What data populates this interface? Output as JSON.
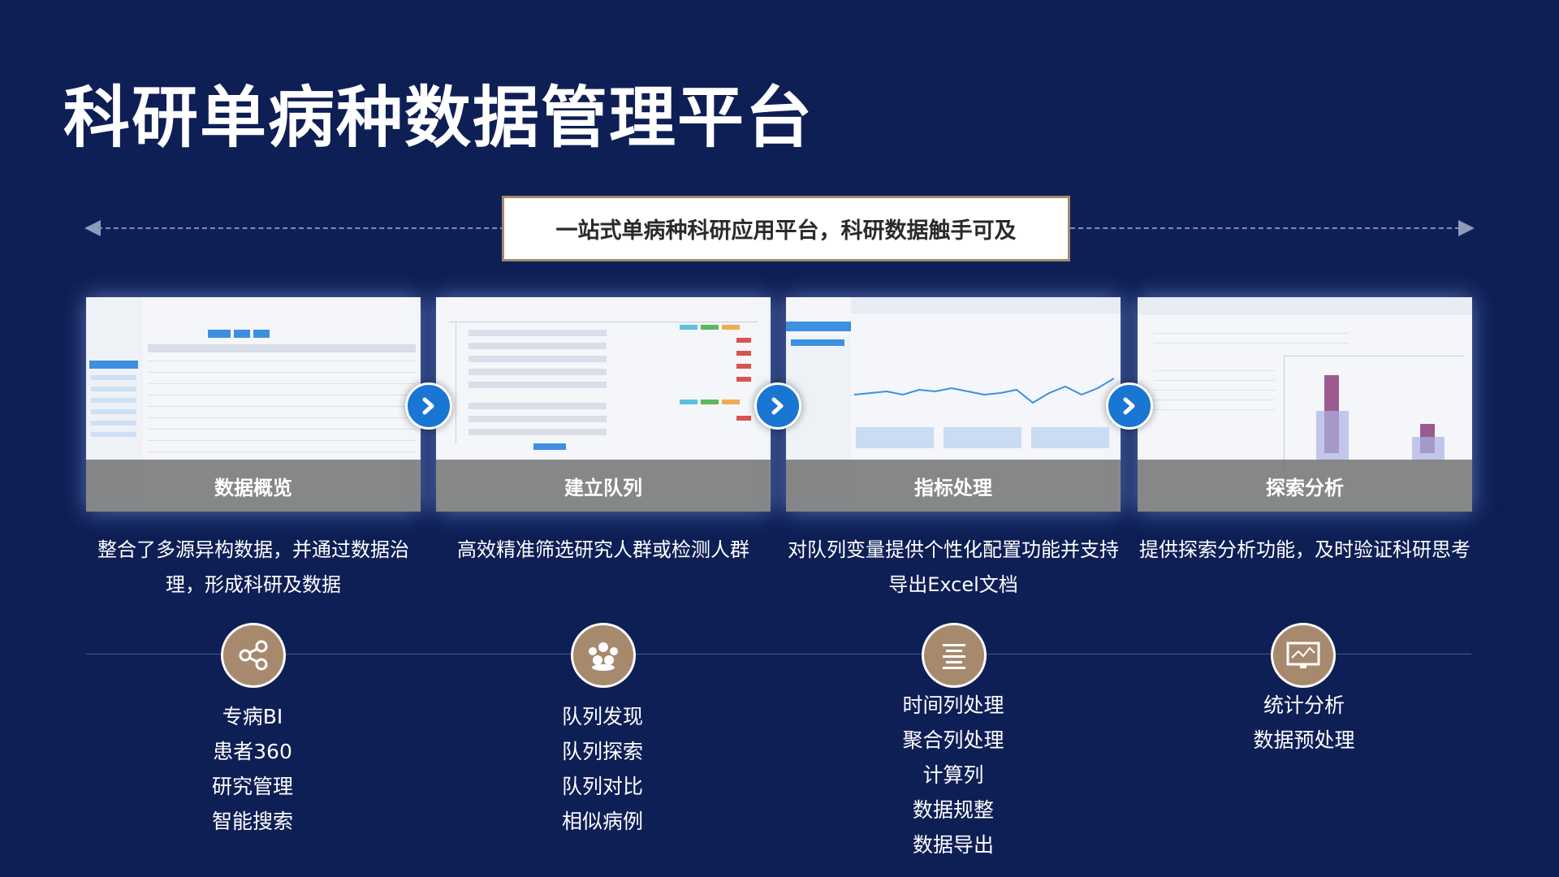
{
  "title": "科研单病种数据管理平台",
  "slogan": "一站式单病种科研应用平台，科研数据触手可及",
  "colors": {
    "background": "#0e1f55",
    "icon_circle": "#a78a6e",
    "arrow_button": "#1976d2",
    "slogan_border": "#a5876a"
  },
  "cards": [
    {
      "label": "数据概览",
      "description": "整合了多源异构数据，并通过数据治理，形成科研及数据",
      "icon": "share-icon",
      "features": [
        "专病BI",
        "患者360",
        "研究管理",
        "智能搜索"
      ]
    },
    {
      "label": "建立队列",
      "description": "高效精准筛选研究人群或检测人群",
      "icon": "group-icon",
      "features": [
        "队列发现",
        "队列探索",
        "队列对比",
        "相似病例"
      ]
    },
    {
      "label": "指标处理",
      "description": "对队列变量提供个性化配置功能并支持导出Excel文档",
      "icon": "list-icon",
      "features": [
        "时间列处理",
        "聚合列处理",
        "计算列",
        "数据规整",
        "数据导出"
      ]
    },
    {
      "label": "探索分析",
      "description": "提供探索分析功能，及时验证科研思考",
      "icon": "chart-icon",
      "features": [
        "统计分析",
        "数据预处理"
      ]
    }
  ],
  "arrow_icon": "chevron-right-icon"
}
